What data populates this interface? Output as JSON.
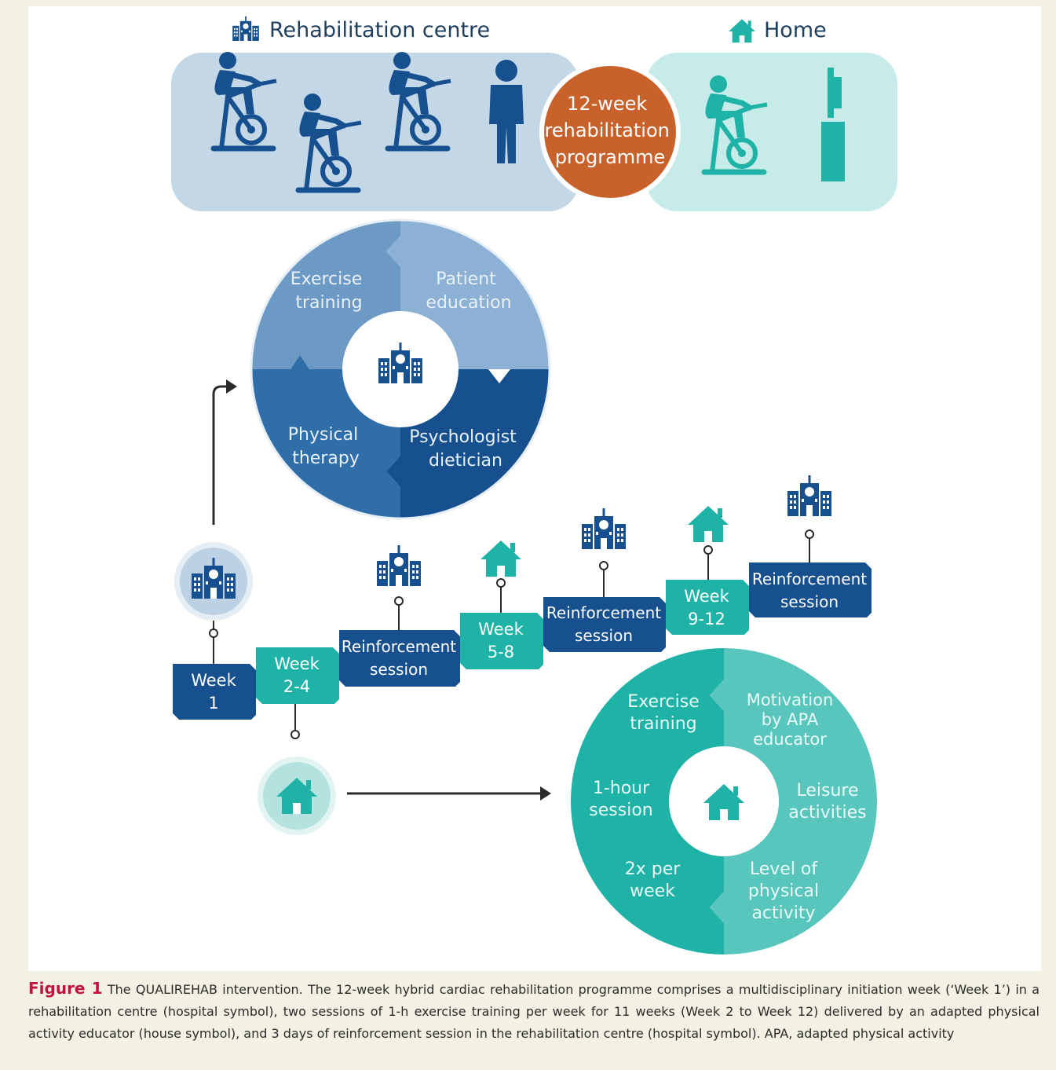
{
  "top_panel": {
    "centre_title": "Rehabilitation centre",
    "home_title": "Home",
    "programme_lines": [
      "12-week",
      "rehabilitation",
      "programme"
    ]
  },
  "centre_wheel": {
    "quadrants": [
      {
        "lines": [
          "Exercise",
          "training"
        ]
      },
      {
        "lines": [
          "Patient",
          "education"
        ]
      },
      {
        "lines": [
          "Physical",
          "therapy"
        ]
      },
      {
        "lines": [
          "Psychologist",
          "dietician"
        ]
      }
    ]
  },
  "home_wheel": {
    "left": [
      {
        "lines": [
          "Exercise",
          "training"
        ]
      },
      {
        "lines": [
          "1-hour",
          "session"
        ]
      },
      {
        "lines": [
          "2x per",
          "week"
        ]
      }
    ],
    "right": [
      {
        "lines": [
          "Motivation",
          "by APA",
          "educator"
        ]
      },
      {
        "lines": [
          "Leisure",
          "activities"
        ]
      },
      {
        "lines": [
          "Level of",
          "physical",
          "activity"
        ]
      }
    ]
  },
  "timeline": [
    {
      "lines": [
        "Week",
        "1"
      ],
      "setting": "hospital"
    },
    {
      "lines": [
        "Week",
        "2-4"
      ],
      "setting": "home"
    },
    {
      "lines": [
        "Reinforcement",
        "session"
      ],
      "setting": "hospital"
    },
    {
      "lines": [
        "Week",
        "5-8"
      ],
      "setting": "home"
    },
    {
      "lines": [
        "Reinforcement",
        "session"
      ],
      "setting": "hospital"
    },
    {
      "lines": [
        "Week",
        "9-12"
      ],
      "setting": "home"
    },
    {
      "lines": [
        "Reinforcement",
        "session"
      ],
      "setting": "hospital"
    }
  ],
  "caption": {
    "label": "Figure 1",
    "text": " The QUALIREHAB intervention. The 12-week hybrid cardiac rehabilitation programme comprises a multidisciplinary initiation week (‘Week 1’) in a rehabilitation centre (hospital symbol), two sessions of 1-h exercise training per week for 11 weeks (Week 2 to Week 12) delivered by an adapted physical activity educator (house symbol), and 3 days of reinforcement session in the rehabilitation centre (hospital symbol). APA, adapted physical activity"
  },
  "colors": {
    "navy": "#17508f",
    "mid_blue": "#2f6ea8",
    "light_blue": "#6d9ac4",
    "pale_blue": "#8db1d4",
    "panel_blue": "#c3d7e6",
    "teal": "#1fb3a8",
    "teal_light": "#58c6bd",
    "panel_teal": "#c6ebe9",
    "orange": "#c8612a"
  }
}
